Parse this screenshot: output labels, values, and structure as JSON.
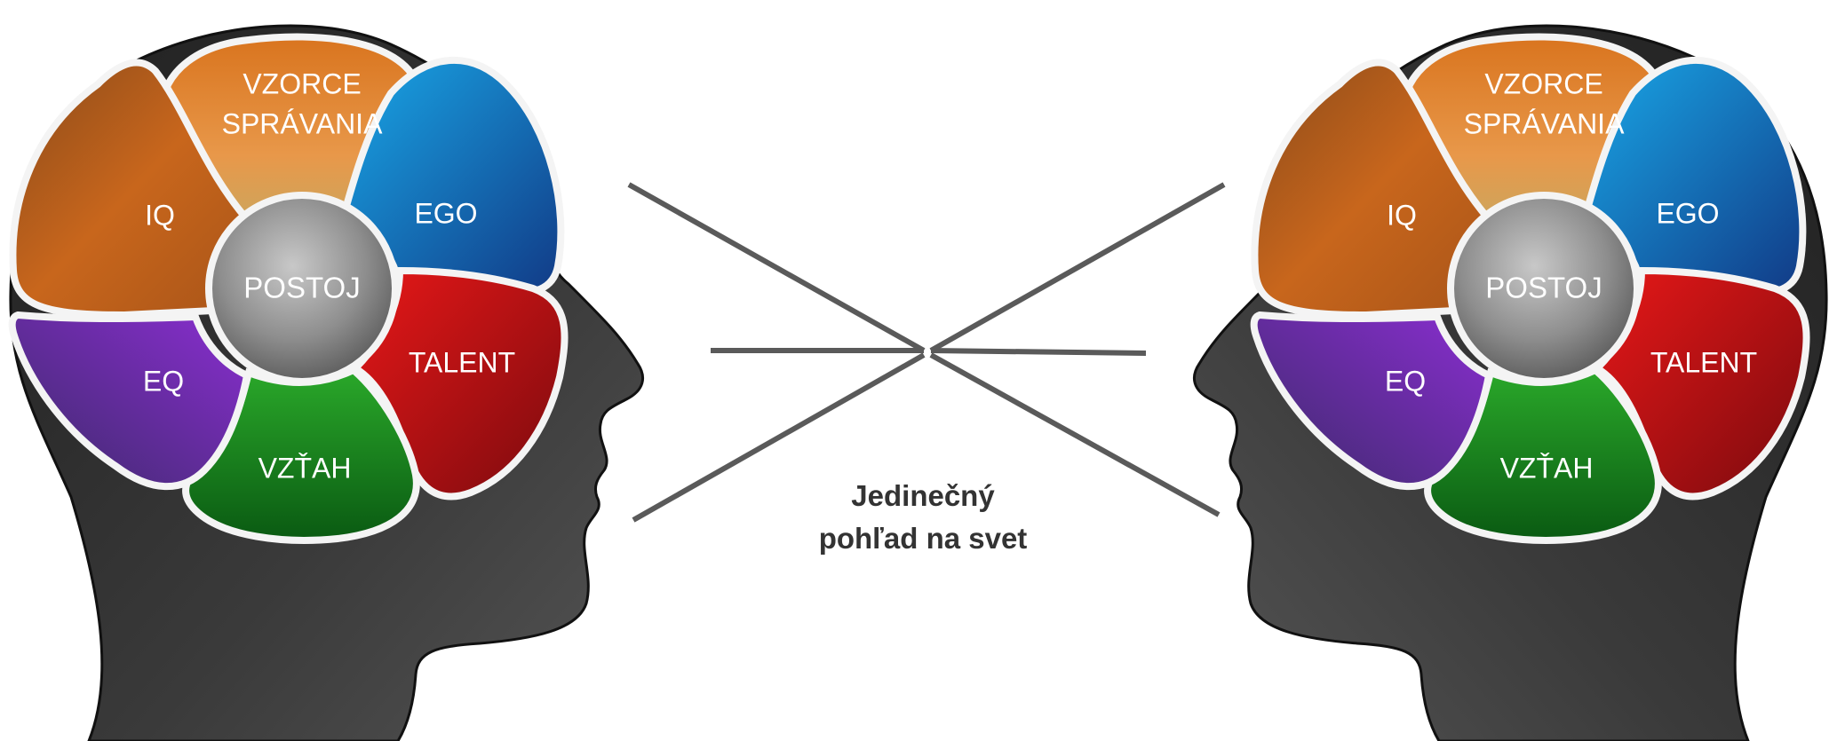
{
  "caption": {
    "line1": "Jedinečný",
    "line2": "pohľad na svet"
  },
  "heads": [
    {
      "center": "POSTOJ",
      "petals": {
        "patterns_line1": "VZORCE",
        "patterns_line2": "SPRÁVANIA",
        "ego": "EGO",
        "talent": "TALENT",
        "relationship": "VZŤAH",
        "eq": "EQ",
        "iq": "IQ"
      }
    },
    {
      "center": "POSTOJ",
      "petals": {
        "patterns_line1": "VZORCE",
        "patterns_line2": "SPRÁVANIA",
        "ego": "EGO",
        "talent": "TALENT",
        "relationship": "VZŤAH",
        "eq": "EQ",
        "iq": "IQ"
      }
    }
  ],
  "colors": {
    "head": "#3c3c3c",
    "lines": "#5a5a5a",
    "patterns": "#e08a2e",
    "ego": "#1f6fc4",
    "talent": "#c4141a",
    "relationship": "#1e8a1e",
    "eq": "#6a2aa6",
    "iq": "#b8641e",
    "center": "#8c8c8c"
  }
}
